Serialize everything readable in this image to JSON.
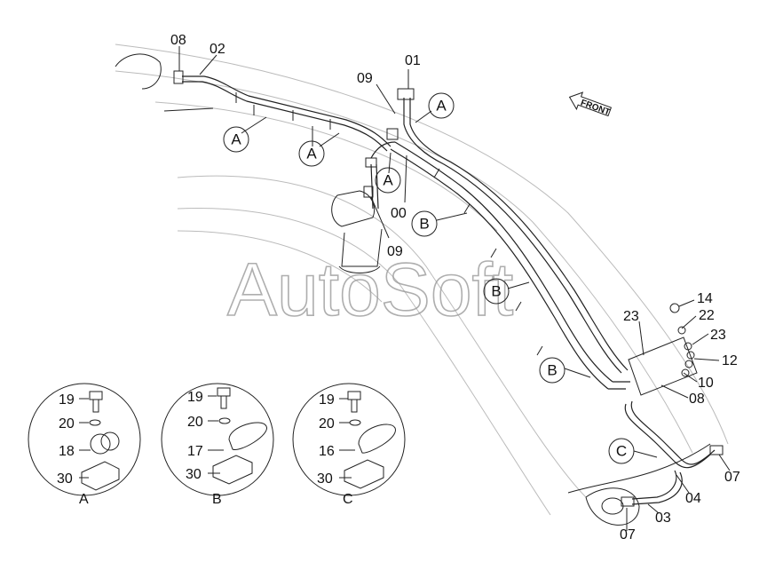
{
  "watermark": "AutoSoft",
  "front_arrow": "FRONT",
  "part_labels": {
    "p08a": "08",
    "p02": "02",
    "p01": "01",
    "p09a": "09",
    "p00": "00",
    "p09b": "09",
    "p14": "14",
    "p22": "22",
    "p23a": "23",
    "p23b": "23",
    "p12": "12",
    "p10": "10",
    "p08b": "08",
    "p07a": "07",
    "p04": "04",
    "p03": "03",
    "p07b": "07"
  },
  "callouts": {
    "a1": "A",
    "a2": "A",
    "a3": "A",
    "a4": "A",
    "b1": "B",
    "b2": "B",
    "b3": "B",
    "c1": "C"
  },
  "details": [
    {
      "name": "A",
      "parts": [
        "19",
        "20",
        "18",
        "30"
      ]
    },
    {
      "name": "B",
      "parts": [
        "19",
        "20",
        "17",
        "30"
      ]
    },
    {
      "name": "C",
      "parts": [
        "19",
        "20",
        "16",
        "30"
      ]
    }
  ]
}
